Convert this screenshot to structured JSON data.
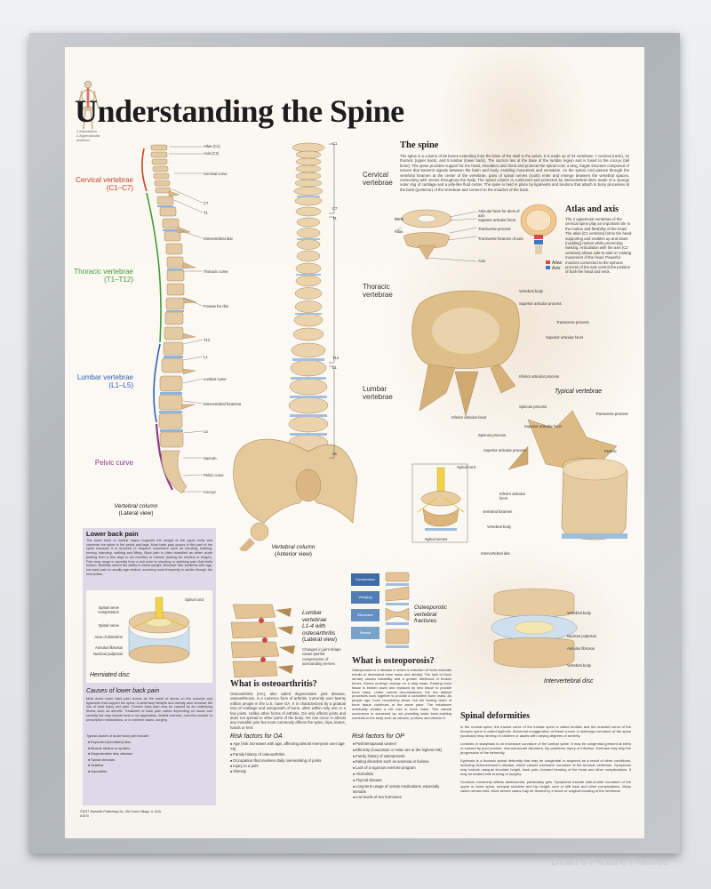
{
  "poster": {
    "title": "Understanding the Spine",
    "skeleton_caption": "Vertebral column\nLateral view",
    "watermark": "Dean's Picture Frames",
    "mini_caption_1": "1 Articulation",
    "mini_caption_2": "2 Appendicular skeleton"
  },
  "lateral": {
    "cervical_label": "Cervical vertebrae",
    "cervical_range": "(C1–C7)",
    "thoracic_label": "Thoracic vertebrae",
    "thoracic_range": "(T1–T12)",
    "lumbar_label": "Lumbar vertebrae",
    "lumbar_range": "(L1–L5)",
    "pelvic_label": "Pelvic curve",
    "caption_1": "Vertebral column",
    "caption_2": "(Lateral view)",
    "callouts": [
      "Atlas (C1)",
      "Axis (C2)",
      "Cervical curve",
      "C7",
      "T1",
      "Intervertebral disc",
      "Thoracic curve",
      "Foveae for ribs",
      "T12",
      "L1",
      "Lumbar curve",
      "Intervertebral foramina",
      "L5",
      "Sacrum",
      "Pelvic curve",
      "Coccyx"
    ],
    "colors": {
      "cervical": "#c8432b",
      "thoracic": "#3f9c36",
      "lumbar": "#2f62b8",
      "pelvic": "#8c3a8e"
    }
  },
  "anterior": {
    "cervical": "Cervical\nvertebrae",
    "thoracic": "Thoracic\nvertebrae",
    "lumbar": "Lumbar\nvertebrae",
    "c1": "C1",
    "c7": "C7",
    "t1": "T1",
    "t12": "T12",
    "l1": "L1",
    "l5": "L5",
    "caption_1": "Vertebral column",
    "caption_2": "(Anterior view)"
  },
  "the_spine": {
    "heading": "The spine",
    "text": "The spine is a column of 26 bones extending from the base of the skull to the pelvis. It is made up of 24 vertebrae: 7 cervical (neck), 12 thoracic (upper back), and 5 lumbar (lower back). The sacrum lies at the base of the lumbar region and is fused to the coccyx (tail bone). The spine provides support for the head, shoulders and chest and protects the spinal cord, a long, fragile structure composed of nerves that transmit signals between the brain and body, enabling movement and sensation. As the spinal cord passes through the vertebral foramen at the center of the vertebrae, pairs of spinal nerves (roots) enter and emerge between the vertebral spaces, connecting with nerves throughout the body. The spinal column is cushioned and protected by intervertebral discs made of a spongy outer ring of cartilage and a jelly-like fluid center. The spine is held in place by ligaments and tendons that attach to bony processes at the back (posterior) of the vertebrae and connect to the muscles of the back."
  },
  "atlas_axis": {
    "heading": "Atlas and axis",
    "text": "The 2 uppermost vertebrae of the cervical spine play an important role in the motion and flexibility of the head. The atlas (C1 vertebra) forms the head-supporting and enables up and down (nodding) motion while preventing twisting. Articulation with the axis (C2 vertebra) allows side-to-side or rotating movement of the head. Powerful muscles connected to the spinous process of the axis control the position of both the head and neck.",
    "legend_atlas": "Atlas",
    "legend_axis": "Axis",
    "labels": [
      "Dens",
      "Atlas",
      "Articular facet for dens of axis",
      "Superior articular facet",
      "Transverse process",
      "Transverse foramen of axis",
      "Axis"
    ]
  },
  "typical_vertebrae": {
    "caption": "Typical vertebrae",
    "labels": [
      "Vertebral body",
      "Superior articular process",
      "Transverse process",
      "Superior articular facet",
      "Inferior articular process",
      "Inferior articular facet",
      "Spinous process",
      "Transverse process",
      "Superior articular facet",
      "Spinous process",
      "Superior articular process",
      "Pedicle",
      "Inferior articular facet",
      "Vertebral foramen",
      "Vertebral body",
      "Intervertebral disc",
      "Spinal cord",
      "Spinal nerves"
    ]
  },
  "intervertebral": {
    "caption": "Intervertebral disc",
    "labels": [
      "Vertebral body",
      "Nucleus pulposus",
      "Annulus fibrosus",
      "Vertebral body"
    ]
  },
  "lower_back": {
    "heading": "Lower back pain",
    "text": "The lower back or lumbar region supports the weight of the upper body and connects the spine to the pelvis and legs. Most back pain occurs in this part of the spine because it is involved in frequent movement such as bending, twisting, turning, standing, walking and lifting. Back pain is often classified as either acute (lasting from a few days to six months) or chronic (lasting six months or longer). Pain may range in severity from a dull ache to shooting or stabbing pain that limits motion, flexibility and/or the ability to stand upright. Because disc weakens with age, low back pain is usually age-related, occurring most frequently in adults through the mid-sixties.",
    "herniated_caption": "Herniated disc",
    "herniated_labels": [
      "Spinal nerve compression",
      "Spinal cord",
      "Spinal nerve",
      "Area of distortion",
      "Annulus fibrosus",
      "Nucleus pulposus"
    ],
    "causes_heading": "Causes of lower back pain",
    "causes_text": "Most acute lower back pain occurs as the result of stress on the muscles and ligaments that support the spine. A sedentary lifestyle and obesity also increase the risk of back injury and pain. Chronic back pain may be caused by an underlying illness such as arthritis. Treatment of back pain varies depending on cause and severity but may include heat or ice application, limited exercise, over-the-counter or prescription medications, or in extreme cases, surgery.",
    "causes_intro": "Typical causes of acute back pain include:",
    "causes": [
      "Ruptured (herniated) disc",
      "Muscle strains or sprains",
      "Degenerative disc disease",
      "Spinal stenosis",
      "Sciatica",
      "Sacroiliitis"
    ],
    "copyright": "©2017 Scientific Publishing Ltd., Elk Grove Village, IL USA",
    "code": "#1573"
  },
  "oa": {
    "photo_caption_1": "Lumbar",
    "photo_caption_2": "vertebrae",
    "photo_caption_3": "L1-4 with",
    "photo_caption_4": "osteoarthritis",
    "photo_caption_5": "(Lateral view)",
    "photo_note": "Changes in joint shape cause painful compression of surrounding nerves",
    "heading": "What is osteoarthritis?",
    "text": "Osteoarthritis (OA), also called degenerative joint disease, osteoarthrosis, is a common form of arthritis. Currently over twenty million people in the U.S. have OA. It is characterized by a gradual loss of cartilage and overgrowth of bone, often within only one or a few joints. Unlike other forms of arthritis, OA only affects joints and does not spread to other parts of the body. OA can occur in almost any movable joint but most commonly affects the spine, hips, knees, hands or feet.",
    "risk_heading": "Risk factors for OA",
    "risks": [
      "Age (risk increases with age, affecting almost everyone over age 75)",
      "Family history of osteoarthritis",
      "Occupation that involves daily overworking of joints",
      "Injury to a joint",
      "Obesity"
    ]
  },
  "op": {
    "legend": [
      "Compression",
      "Wedging",
      "Biconcave",
      "Normal"
    ],
    "photo_caption_1": "Osteoporotic",
    "photo_caption_2": "vertebral",
    "photo_caption_3": "fractures",
    "heading": "What is osteoporosis?",
    "text": "Osteoporosis is a disease in which a reduction of bone minerals results in decreased bone mass and density. The lack of bone density causes instability and a greater likelihood of broken bones. Bones undergo change on a daily basis. Existing bone tissue is broken down and replaced by new tissue to provide bone mass. Under normal circumstances, the two distinct processes work together to provide a consistent bone mass. As people age, bone remodeling slows, but the tearing down of bone tissue continues at the same pace. The imbalance eventually creates a net loss in bone mass. This natural occurrence is worsened by not providing basic bone-building nutrients to the body such as calcium, proteins and vitamin D.",
    "risk_heading": "Risk factors for OP",
    "risks": [
      "Postmenopausal women",
      "Ethnicity (Caucasian or Asian are at the highest risk)",
      "Family history of osteoporosis",
      "Eating disorders such as anorexia or bulimia",
      "Lack of a vigorous exercise program",
      "Alcoholism",
      "Thyroid disease",
      "Long-term usage of certain medications, especially steroids",
      "Low levels of sex hormones"
    ]
  },
  "deformities": {
    "heading": "Spinal deformities",
    "p1": "In the normal spine, the inward curve of the lumbar spine is called lordotic and the outward curve of the thoracic spine is called kyphotic. Abnormal exaggeration of these curves or sideways curvature of the spine (scoliosis) may develop in children or adults with varying degrees of severity.",
    "p2": "Lordosis or swayback is an excessive curvature of the lumbar spine. It may be congenital (present at birth) or caused by poor posture, neuromuscular disorders, hip problems, injury or infection. Exercise may stop the progression of the deformity.",
    "p3": "Kyphosis is a thoracic spinal deformity that may be congenital or acquired as a result of other conditions, including Scheuermann's disease, which causes excessive curvature of the thoracic vertebrae. Symptoms may include unequal shoulder height, back pain, forward bending of the head and other complications. It may be treated with bracing or surgery.",
    "p4": "Scoliosis commonly affects adolescents, particularly girls. Symptoms include side-to-side curvature of the upper or lower spine, unequal shoulder and hip height, sore or stiff back and other complications. Many cases remain mild. More severe cases may be treated by a brace or surgical bonding of the vertebrae."
  }
}
